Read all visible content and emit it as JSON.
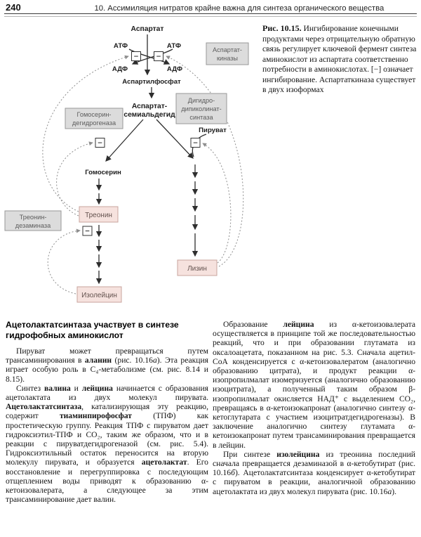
{
  "header": {
    "page_number": "240",
    "chapter_title": "10. Ассимиляция нитратов крайне важна для синтеза органического вещества"
  },
  "figure_caption": {
    "runs": [
      {
        "t": "Рис. 10.15.",
        "b": true
      },
      {
        "t": " Ингибирование конечными продуктами через отрицательную обратную связь регулирует ключевой фермент синтеза аминокислот из аспартата соответственно потребности в аминокислотах. [−] означает ингибирование. Аспартаткиназа существует в двух изоформах"
      }
    ]
  },
  "diagram": {
    "minus": "−",
    "labels": {
      "aspartate": "Аспартат",
      "atp_left": "АТФ",
      "atp_right": "АТФ",
      "adp_left": "АДФ",
      "adp_right": "АДФ",
      "aspartyl_phosphate": "Аспартилфосфат",
      "aspartate_semialdehyde_1": "Аспартат-",
      "aspartate_semialdehyde_2": "семиальдегид",
      "pyruvate": "Пируват",
      "homoserine": "Гомосерин"
    },
    "enzymes": {
      "aspartate_kinases": {
        "l1": "Аспартат-",
        "l2": "киназы"
      },
      "homoserine_dehydrogenase": {
        "l1": "Гомосерин-",
        "l2": "дегидрогеназа"
      },
      "dihydrodipicolinate_synthase": {
        "l1": "Дигидро-",
        "l2": "дипиколинат-",
        "l3": "синтаза"
      },
      "threonine_deaminase": {
        "l1": "Треонин-",
        "l2": "дезаминаза"
      }
    },
    "products": {
      "threonine": "Треонин",
      "lysine": "Лизин",
      "isoleucine": "Изолейцин"
    },
    "colors": {
      "enzyme_box_fill": "#dcdcdc",
      "enzyme_box_stroke": "#979797",
      "product_box_fill": "#f6e2de",
      "product_box_stroke": "#c8a49e",
      "feedback_line": "#8e8e8e"
    }
  },
  "body": {
    "left": {
      "heading": "Ацетолактатсинтаза участвует в синтезе гидрофобных аминокислот",
      "para1_runs": [
        {
          "t": "Пируват может превращаться путем трансаминирования в "
        },
        {
          "t": "аланин",
          "b": true
        },
        {
          "t": " (рис. 10.16"
        },
        {
          "t": "а",
          "i": true
        },
        {
          "t": "). Эта реакция играет особую роль в С₄-метаболизме (см. рис. 8.14 и 8.15)."
        }
      ],
      "para2_runs": [
        {
          "t": "Синтез "
        },
        {
          "t": "валина",
          "b": true
        },
        {
          "t": " и "
        },
        {
          "t": "лейцина",
          "b": true
        },
        {
          "t": " начинается с образования ацетолактата из двух молекул пирувата. "
        },
        {
          "t": "Ацетолактатсинтаза",
          "b": true
        },
        {
          "t": ", катализирующая эту реакцию, содержит "
        },
        {
          "t": "тиаминпирофосфат",
          "b": true
        },
        {
          "t": " (ТПФ) как простетическую группу. Реакция ТПФ с пируватом дает гидроксиэтил-ТПФ и СО₂, таким же образом, что и в реакции с пируватдегидрогеназой (см. рис. 5.4). Гидроксиэтильный остаток переносится на вторую молекулу пирувата, и образуется "
        },
        {
          "t": "ацетолактат",
          "b": true
        },
        {
          "t": ". Его восстановление и перегруппировка с последующим отщеплением воды приводят к образованию α-кетоизовалерата, а следующее за этим трансаминирование дает валин."
        }
      ]
    },
    "right": {
      "para1_runs": [
        {
          "t": "Образование "
        },
        {
          "t": "лейцина",
          "b": true
        },
        {
          "t": " из α-кетоизовалерата осуществляется в принципе той же последовательностью реакций, что и при образовании глутамата из оксалоацетата, показанном на рис. 5.3. Сначала ацетил-СоА конденсируется с α-кетоизовалератом (аналогично образованию цитрата), и продукт реакции α-изопропилмалат изомеризуется (аналогично образованию изоцитрата), а полученный таким образом β-изопропилмалат окисляется НАД⁺ с выделением СО₂, превращаясь в α-кетоизокапронат (аналогично синтезу α-кетоглутарата с участием изоцитратдегидрогеназы). В заключение аналогично синтезу глутамата α-кетоизокапронат путем трансаминирования превращается в лейцин."
        }
      ],
      "para2_runs": [
        {
          "t": "При синтезе "
        },
        {
          "t": "изолейцина",
          "b": true
        },
        {
          "t": " из треонина последний сначала превращается дезаминазой в α-кетобутират (рис. 10.16"
        },
        {
          "t": "б",
          "i": true
        },
        {
          "t": "). Ацетолактатсинтаза конденсирует α-кетобутират с пируватом в реакции, аналогичной образованию ацетолактата из двух молекул пирувата (рис. 10.16"
        },
        {
          "t": "а",
          "i": true
        },
        {
          "t": ")."
        }
      ]
    }
  }
}
